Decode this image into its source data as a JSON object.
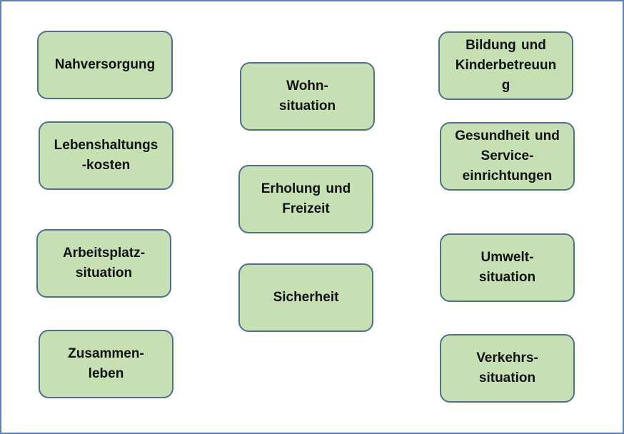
{
  "diagram": {
    "boxes": [
      {
        "id": "nahversorgung",
        "label": "Nahversorgung"
      },
      {
        "id": "lebenshaltungskosten",
        "label": "Lebenshaltungs\n-kosten"
      },
      {
        "id": "arbeitsplatzsituation",
        "label": "Arbeitsplatz-\nsituation"
      },
      {
        "id": "zusammenleben",
        "label": "Zusammen-\nleben"
      },
      {
        "id": "wohnsituation",
        "label": "Wohn-\nsituation"
      },
      {
        "id": "erholung-freizeit",
        "label": "Erholung und\nFreizeit"
      },
      {
        "id": "sicherheit",
        "label": "Sicherheit"
      },
      {
        "id": "bildung-kinderbetreuung",
        "label": "Bildung und\nKinderbetreuun\ng"
      },
      {
        "id": "gesundheit-service",
        "label": "Gesundheit und\nService-\neinrichtungen"
      },
      {
        "id": "umweltsituation",
        "label": "Umwelt-\nsituation"
      },
      {
        "id": "verkehrssituation",
        "label": "Verkehrs-\nsituation"
      }
    ]
  },
  "colors": {
    "box_fill": "#c6e0b4",
    "box_border": "#4f6f91",
    "frame_border": "#5b7fc2"
  }
}
